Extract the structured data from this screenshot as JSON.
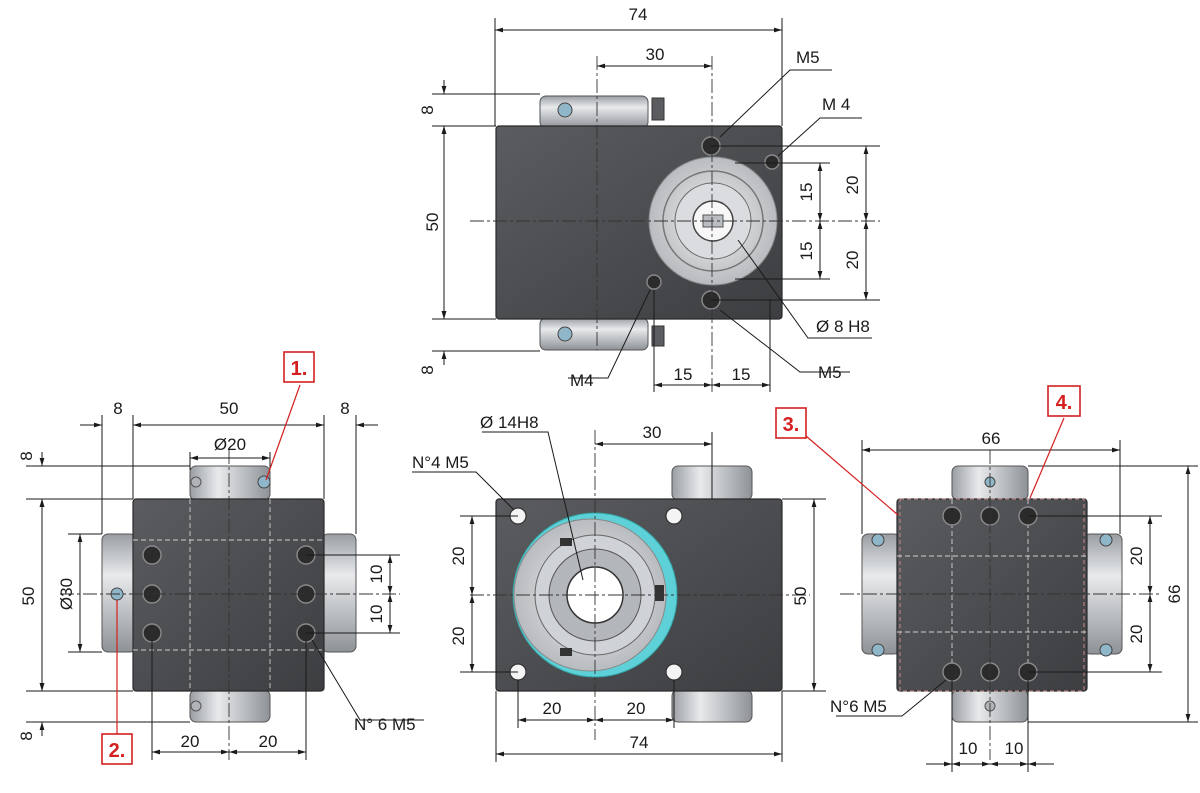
{
  "top_view": {
    "dims": {
      "overall_width": "74",
      "offset_30": "30",
      "top_8": "8",
      "bottom_8": "8",
      "height_50": "50",
      "v15_top": "15",
      "v15_bottom": "15",
      "v20_top": "20",
      "v20_bottom": "20",
      "h15_left": "15",
      "h15_right": "15"
    },
    "labels": {
      "m5_top": "M5",
      "m4_top": "M 4",
      "m4_bottom": "M4",
      "m5_bottom": "M5",
      "bore": "Ø 8 H8"
    }
  },
  "left_view": {
    "dims": {
      "left_8": "8",
      "width_50": "50",
      "right_8": "8",
      "dia20": "Ø20",
      "top_8": "8",
      "height_50": "50",
      "bottom_8": "8",
      "dia30": "Ø30",
      "v10_top": "10",
      "v10_bottom": "10",
      "h20_left": "20",
      "h20_right": "20"
    },
    "labels": {
      "holes": "N° 6 M5"
    },
    "callouts": {
      "c1": "1.",
      "c2": "2."
    }
  },
  "front_view": {
    "dims": {
      "bore": "Ø 14H8",
      "offset_30": "30",
      "v20_top": "20",
      "v20_bottom": "20",
      "height_50": "50",
      "h20_left": "20",
      "h20_right": "20",
      "overall_width": "74"
    },
    "labels": {
      "holes": "N°4  M5"
    }
  },
  "right_view": {
    "dims": {
      "width_66": "66",
      "height_66": "66",
      "v20_top": "20",
      "v20_bottom": "20",
      "h10_left": "10",
      "h10_right": "10"
    },
    "labels": {
      "holes": "N°6 M5"
    },
    "callouts": {
      "c3": "3.",
      "c4": "4."
    }
  },
  "colors": {
    "body": "#4a4c4f",
    "cylinder": "#c9ccd0",
    "callout_red": "#d42020",
    "cyan_ring": "#5ed0d8"
  }
}
